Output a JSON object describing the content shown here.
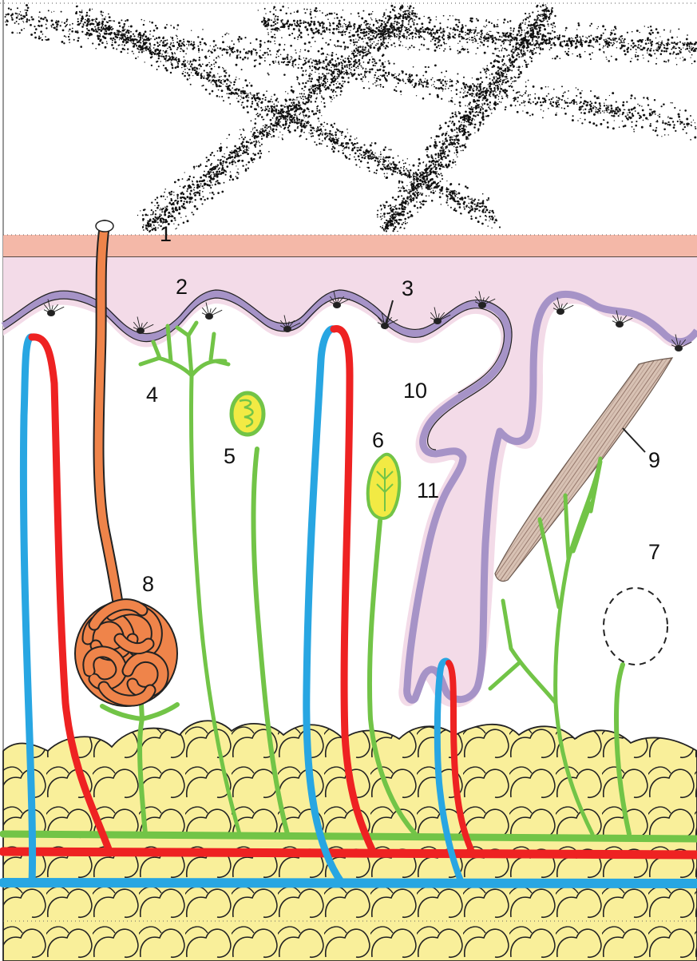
{
  "labels": {
    "l1": "1",
    "l2": "2",
    "l3": "3",
    "l4": "4",
    "l5": "5",
    "l6": "6",
    "l7": "7",
    "l8": "8",
    "l9": "9",
    "l10": "10",
    "l11": "11"
  },
  "colors": {
    "stratum_corneum": "#f4b8a8",
    "epidermis": "#f3dbe8",
    "basement_membrane": "#a693c7",
    "artery": "#ee2222",
    "vein": "#28a6e2",
    "nerve": "#72c447",
    "sweat_gland": "#ef844a",
    "fat": "#f9ef9a",
    "muscle": "#d8c2b4",
    "receptor_fill": "#f2ea44"
  }
}
